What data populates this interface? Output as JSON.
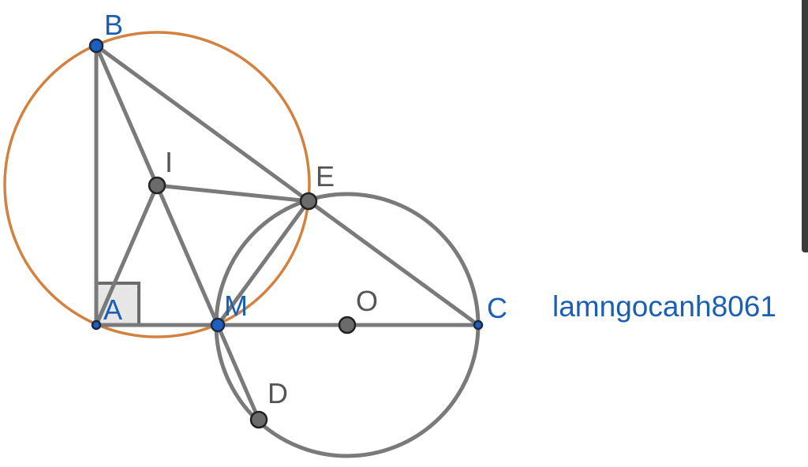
{
  "labels": {
    "B": "B",
    "I": "I",
    "E": "E",
    "A": "A",
    "M": "M",
    "O": "O",
    "C": "C",
    "D": "D"
  },
  "watermark": "lamngocanh8061",
  "colors": {
    "segments": "#7a7a7a",
    "orange_circle": "#d2823e",
    "point_gray": "#6b6b6b",
    "point_blue": "#1f5fbf",
    "label_blue": "#1a5fb4",
    "label_gray": "#555555"
  }
}
